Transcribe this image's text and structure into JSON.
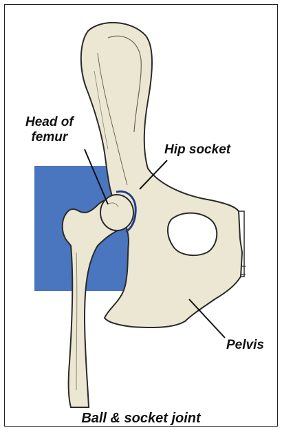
{
  "labels": {
    "head_of_femur_line1": "Head of",
    "head_of_femur_line2": "femur",
    "hip_socket": "Hip socket",
    "pelvis": "Pelvis"
  },
  "caption": "Ball & socket joint",
  "colors": {
    "background_block": "#4a76c0",
    "bone_fill": "#ece7d3",
    "bone_shadow": "#d8d1b8",
    "outline": "#2a2a2a",
    "socket_highlight": "#1f3f86"
  }
}
